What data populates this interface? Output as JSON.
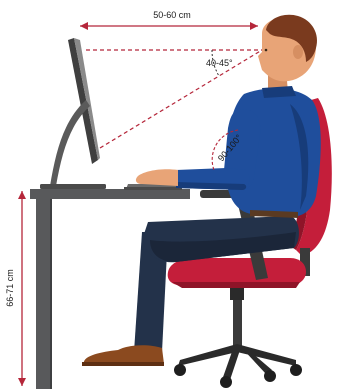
{
  "labels": {
    "eye_distance": "50-60 cm",
    "gaze_angle": "40-45°",
    "elbow_angle": "90-100°",
    "desk_height": "66-71 cm"
  },
  "colors": {
    "measure_line": "#b5263a",
    "chair_red": "#c41e3a",
    "chair_red_dark": "#8f1428",
    "shirt_blue": "#1f4e9c",
    "shirt_blue_dark": "#173c7a",
    "pants_navy": "#23324a",
    "skin": "#e8a477",
    "hair": "#7a3a1e",
    "desk_gray": "#58595b",
    "monitor_gray": "#4a4a4a",
    "shoe_brown": "#8b4a1f"
  }
}
